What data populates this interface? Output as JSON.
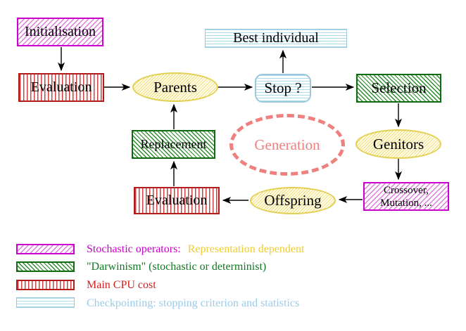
{
  "nodes": {
    "initialisation": "Initialisation",
    "evaluation_top": "Evaluation",
    "parents": "Parents",
    "best_individual": "Best individual",
    "stop": "Stop ?",
    "selection": "Selection",
    "genitors": "Genitors",
    "crossover_line1": "Crossover,",
    "crossover_line2": "Mutation, ...",
    "offspring": "Offspring",
    "evaluation_bottom": "Evaluation",
    "replacement": "Replacement",
    "generation": "Generation"
  },
  "legend": {
    "items": [
      {
        "swatch": "magenta-hatch",
        "text": "Stochastic operators:",
        "text2": "Representation dependent"
      },
      {
        "swatch": "green-hatch",
        "text": "\"Darwinism\" (stochastic or determinist)"
      },
      {
        "swatch": "red-vstripes",
        "text": "Main CPU cost"
      },
      {
        "swatch": "cyan-hstripes",
        "text": "Checkpointing: stopping criterion and statistics"
      }
    ]
  },
  "colors": {
    "magenta": "#cc00cc",
    "dark_green": "#0f6b0f",
    "crimson": "#b31a1a",
    "light_blue": "#9cc8dc",
    "gold": "#e3cf52",
    "salmon": "#ef8080",
    "legend_yellow_text": "#eecc33",
    "legend_green_text": "#117722",
    "legend_red_text": "#cc2222",
    "legend_cyan_text": "#9ccbe8"
  }
}
